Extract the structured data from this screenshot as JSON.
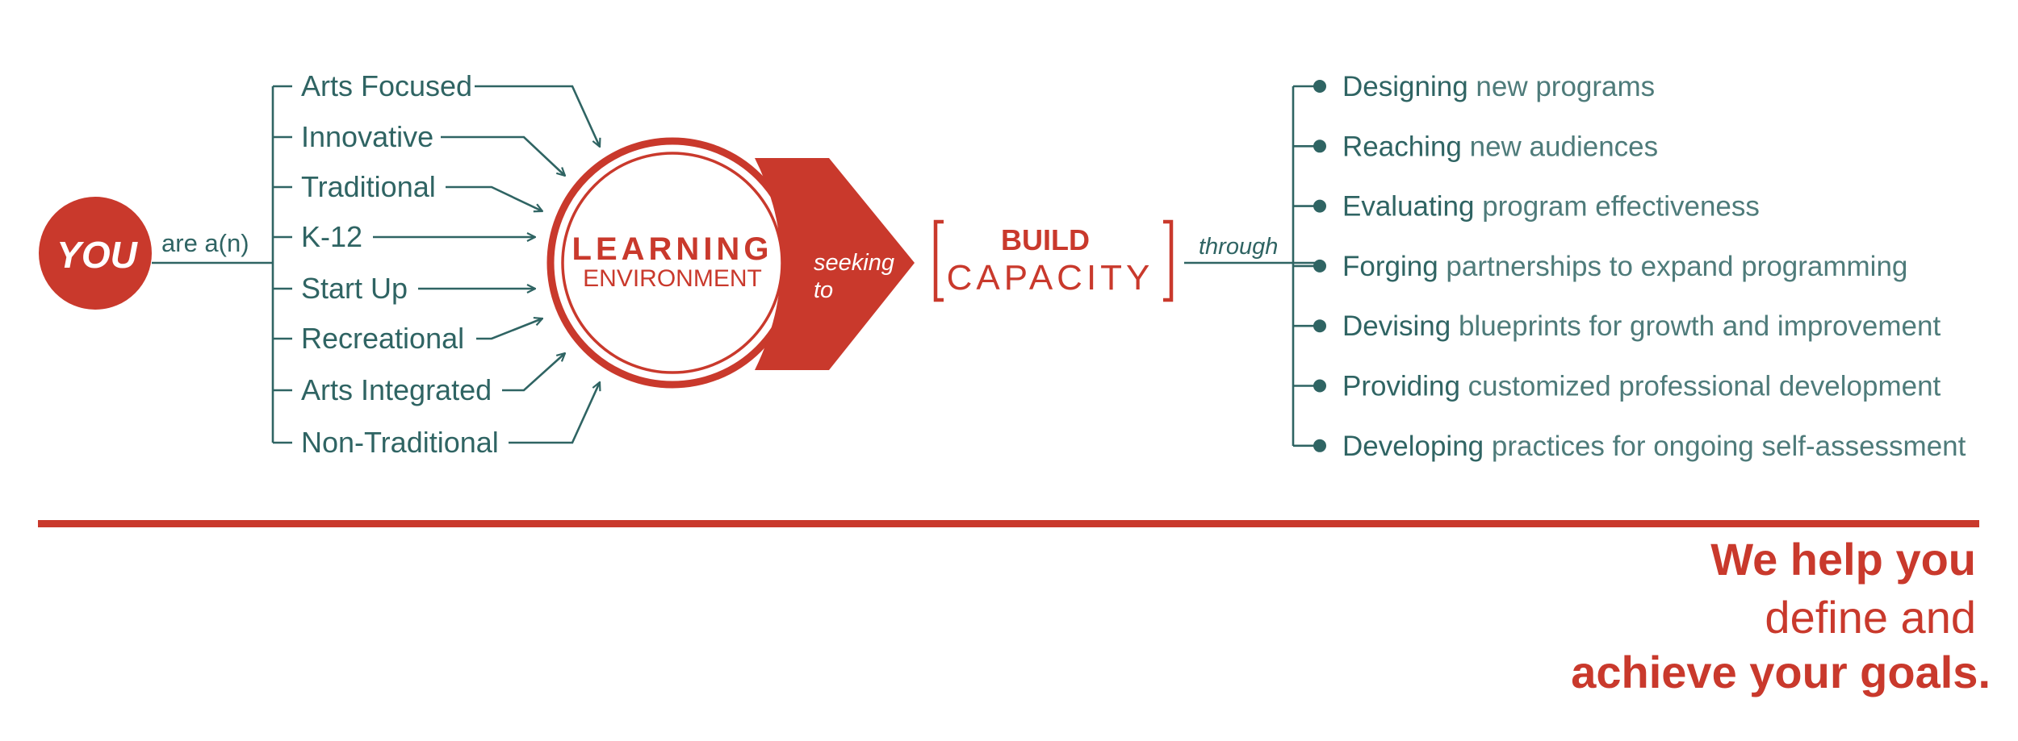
{
  "colors": {
    "accent_red": "#c9392c",
    "teal": "#2f6463",
    "background": "#ffffff"
  },
  "you": {
    "label": "YOU",
    "connector": "are a(n)"
  },
  "environments": [
    "Arts Focused",
    "Innovative",
    "Traditional",
    "K-12",
    "Start Up",
    "Recreational",
    "Arts Integrated",
    "Non-Traditional"
  ],
  "hub": {
    "line1": "LEARNING",
    "line2": "ENVIRONMENT"
  },
  "arrow": {
    "line1": "seeking",
    "line2": "to"
  },
  "capacity": {
    "line1": "BUILD",
    "line2": "CAPACITY",
    "connector": "through"
  },
  "goals": [
    {
      "bold": "Designing",
      "rest": "new programs"
    },
    {
      "bold": "Reaching",
      "rest": "new audiences"
    },
    {
      "bold": "Evaluating",
      "rest": "program effectiveness"
    },
    {
      "bold": "Forging",
      "rest": "partnerships to expand programming"
    },
    {
      "bold": "Devising",
      "rest": "blueprints for growth and improvement"
    },
    {
      "bold": "Providing",
      "rest": "customized professional development"
    },
    {
      "bold": "Developing",
      "rest": "practices for ongoing self-assessment"
    }
  ],
  "tagline": {
    "line1": "We help you",
    "line2": "define and",
    "line3": "achieve your goals."
  }
}
